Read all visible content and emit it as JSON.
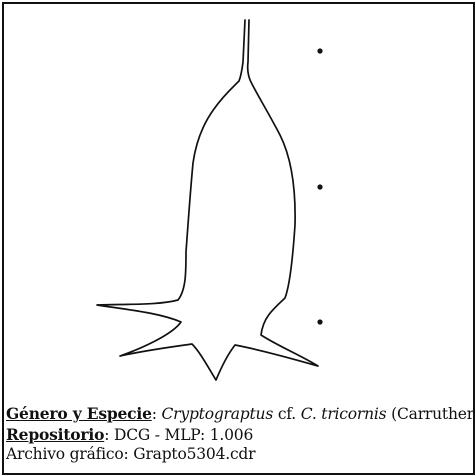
{
  "specimen": {
    "genus_species_label": "Género y Especie",
    "genus_name": "Cryptograptus",
    "cf": " cf. ",
    "species_name": "C. tricornis",
    "author": " (Carruthers)",
    "repository_label": "Repositorio",
    "repository_value": "DCG - MLP: 1.006",
    "file_line": "Archivo gráfico: Grapto5304.cdr"
  },
  "colors": {
    "line": "#111111",
    "background": "#ffffff"
  }
}
